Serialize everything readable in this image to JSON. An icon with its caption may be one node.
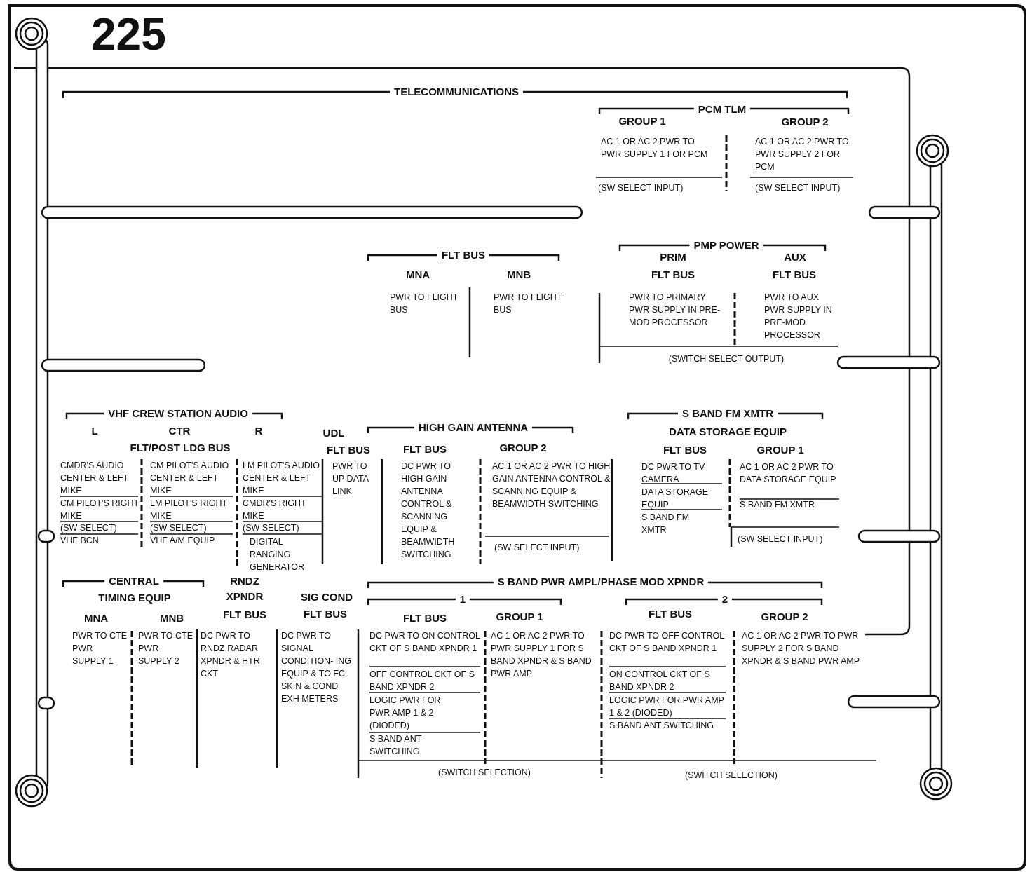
{
  "diagram": {
    "title": "TELECOMMUNICATIONS",
    "labels": [
      "225",
      "PCM TLM",
      "GROUP 1",
      "GROUP 2",
      "AC 1 OR AC 2 PWR TO PWR SUPPLY 1 FOR PCM",
      "AC 1 OR AC 2 PWR TO PWR SUPPLY 2 FOR PCM",
      "(SW SELECT INPUT)",
      "(SW SELECT INPUT)",
      "FLT BUS",
      "MNA",
      "MNB",
      "PWR TO FLIGHT BUS",
      "PWR TO FLIGHT BUS",
      "PMP POWER",
      "PRIM",
      "AUX",
      "FLT BUS",
      "FLT BUS",
      "PWR TO PRIMARY PWR SUPPLY IN PRE-MOD PROCESSOR",
      "PWR TO AUX PWR SUPPLY IN PRE-MOD PROCESSOR",
      "(SWITCH SELECT OUTPUT)",
      "VHF CREW STATION AUDIO",
      "L",
      "CTR",
      "R",
      "FLT/POST LDG BUS",
      "CMDR'S AUDIO CENTER & LEFT MIKE",
      "CM PILOT'S RIGHT MIKE",
      "(SW SELECT)",
      "VHF BCN",
      "CM PILOT'S AUDIO CENTER & LEFT MIKE",
      "LM PILOT'S RIGHT MIKE",
      "(SW SELECT)",
      "VHF A/M EQUIP",
      "LM PILOT'S AUDIO CENTER & LEFT MIKE",
      "CMDR'S RIGHT MIKE",
      "(SW SELECT)",
      "DIGITAL RANGING GENERATOR",
      "UDL",
      "FLT BUS",
      "PWR TO UP DATA LINK",
      "HIGH GAIN ANTENNA",
      "FLT BUS",
      "GROUP 2",
      "DC PWR TO HIGH GAIN ANTENNA CONTROL & SCANNING EQUIP & BEAMWIDTH SWITCHING",
      "AC 1 OR AC 2 PWR TO HIGH GAIN ANTENNA CONTROL & SCANNING EQUIP & BEAMWIDTH SWITCHING",
      "(SW SELECT INPUT)",
      "S BAND FM XMTR",
      "DATA STORAGE EQUIP",
      "FLT BUS",
      "GROUP 1",
      "DC PWR TO TV CAMERA",
      "DATA STORAGE EQUIP",
      "S BAND FM XMTR",
      "AC 1 OR AC 2 PWR TO DATA STORAGE EQUIP",
      "S BAND FM XMTR",
      "(SW SELECT INPUT)",
      "CENTRAL",
      "TIMING EQUIP",
      "MNA",
      "MNB",
      "PWR TO CTE PWR SUPPLY 1",
      "PWR TO CTE PWR SUPPLY 2",
      "RNDZ XPNDR",
      "FLT BUS",
      "DC PWR TO RNDZ RADAR XPNDR & HTR CKT",
      "SIG COND",
      "FLT BUS",
      "DC PWR TO SIGNAL CONDITION- ING EQUIP & TO FC SKIN & COND EXH METERS",
      "S BAND PWR AMPL/PHASE MOD XPNDR",
      "1",
      "FLT BUS",
      "GROUP 1",
      "DC PWR TO ON CONTROL CKT OF S BAND XPNDR 1",
      "OFF CONTROL CKT OF S BAND XPNDR 2",
      "LOGIC PWR FOR PWR AMP 1 & 2 (DIODED)",
      "S BAND ANT SWITCHING",
      "AC 1 OR AC 2 PWR TO PWR SUPPLY 1 FOR S BAND XPNDR & S BAND PWR AMP",
      "(SWITCH SELECTION)",
      "2",
      "FLT BUS",
      "GROUP 2",
      "DC PWR TO OFF CONTROL CKT OF S BAND XPNDR 1",
      "ON CONTROL CKT OF S BAND XPNDR 2",
      "LOGIC PWR FOR PWR AMP 1 & 2 (DIODED)",
      "S BAND ANT SWITCHING",
      "AC 1 OR AC 2 PWR TO PWR SUPPLY 2 FOR S BAND XPNDR & S BAND PWR AMP",
      "(SWITCH SELECTION)"
    ]
  }
}
